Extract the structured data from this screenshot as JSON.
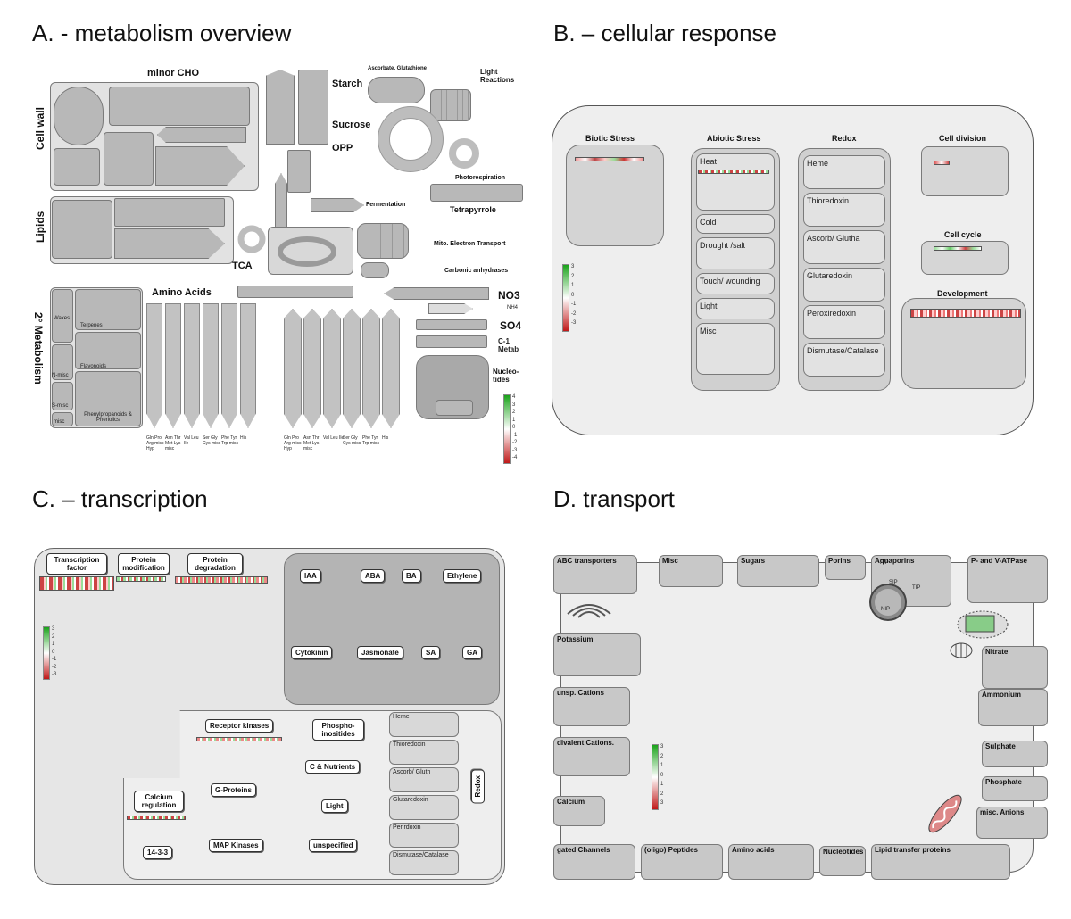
{
  "panels": {
    "a": {
      "title": "A. -  metabolism overview"
    },
    "b": {
      "title": "B. – cellular response"
    },
    "c": {
      "title": "C. – transcription"
    },
    "d": {
      "title": "D. transport"
    }
  },
  "a": {
    "minor_cho": "minor CHO",
    "cell_wall": "Cell wall",
    "lipids": "Lipids",
    "secondary": "2° Metabolism",
    "starch": "Starch",
    "sucrose": "Sucrose",
    "opp": "OPP",
    "asc": "Ascorbate, Glutathione",
    "light_reactions": "Light Reactions",
    "photoresp": "Photorespiration",
    "ferment": "Fermentation",
    "tetrapyrrole": "Tetrapyrrole",
    "mito": "Mito. Electron Transport",
    "tca": "TCA",
    "carbonic": "Carbonic anhydrases",
    "amino_acids": "Amino Acids",
    "no3": "NO3",
    "nh": "NH4",
    "so4": "SO4",
    "c1": "C-1 Metab",
    "nucleotides": "Nucleo-tides",
    "waxes": "Waxes",
    "terpenes": "Terpenes",
    "flavonoids": "Flavonoids",
    "nmisc": "N-misc",
    "smisc": "S-misc",
    "misc": "misc",
    "phenyl": "Phenylpropanoids & Phenolics",
    "legend": [
      "4",
      "3",
      "2",
      "1",
      "0",
      "-1",
      "-2",
      "-3",
      "-4"
    ],
    "aa_labels": [
      "Gln Pro Arg misc Hyp",
      "Asn Thr Met Lys misc",
      "Val Leu Ile",
      "Ser Gly Cys misc",
      "Phe Tyr Trp misc",
      "His",
      "Gln Pro Arg misc Hyp",
      "Asn Thr Met Lys misc",
      "Val Leu Ile",
      "Ser Gly Cys misc",
      "Phe Tyr Trp misc",
      "His"
    ]
  },
  "b": {
    "biotic": "Biotic Stress",
    "abiotic": "Abiotic Stress",
    "redox": "Redox",
    "cell_division": "Cell division",
    "cell_cycle": "Cell cycle",
    "development": "Development",
    "abiotic_items": [
      "Heat",
      "Cold",
      "Drought /salt",
      "Touch/ wounding",
      "Light",
      "Misc"
    ],
    "redox_items": [
      "Heme",
      "Thioredoxin",
      "Ascorb/ Glutha",
      "Glutaredoxin",
      "Peroxiredoxin",
      "Dismutase/Catalase"
    ],
    "legend": [
      "3",
      "2",
      "1",
      "0",
      "-1",
      "-2",
      "-3"
    ]
  },
  "c": {
    "tf": "Transcription factor",
    "protmod": "Protein modification",
    "protdeg": "Protein degradation",
    "iaa": "IAA",
    "aba": "ABA",
    "ba": "BA",
    "ethylene": "Ethylene",
    "cytokinin": "Cytokinin",
    "jasmonate": "Jasmonate",
    "sa": "SA",
    "ga": "GA",
    "receptor": "Receptor kinases",
    "phospho": "Phospho-inositides",
    "cnut": "C & Nutrients",
    "calcium": "Calcium regulation",
    "gprot": "G-Proteins",
    "light": "Light",
    "k1433": "14-3-3",
    "mapk": "MAP Kinases",
    "unspec": "unspecified",
    "redox_items": [
      "Heme",
      "Thioredoxin",
      "Ascorb/ Gluth",
      "Glutaredoxin",
      "Perirdoxin",
      "Dismutase/Catalase"
    ],
    "redox": "Redox",
    "legend": [
      "3",
      "2",
      "1",
      "0",
      "-1",
      "-2",
      "-3"
    ]
  },
  "d": {
    "abc": "ABC transporters",
    "misc": "Misc",
    "sugars": "Sugars",
    "porins": "Porins",
    "aquaporins": "Aquaporins",
    "pip": "PIP",
    "sip": "SIP",
    "tip": "TIP",
    "nip": "NIP",
    "pv": "P- and V-ATPase",
    "potassium": "Potassium",
    "nitrate": "Nitrate",
    "unsp": "unsp. Cations",
    "ammonium": "Ammonium",
    "divalent": "divalent Cations.",
    "sulphate": "Sulphate",
    "phosphate": "Phosphate",
    "calcium": "Calcium",
    "misc_anions": "misc. Anions",
    "gated": "gated Channels",
    "peptides": "(oligo) Peptides",
    "amino": "Amino acids",
    "nucleotides": "Nucleotides",
    "lipid": "Lipid transfer proteins",
    "legend": [
      "3",
      "2",
      "1",
      "0",
      "1",
      "2",
      "3"
    ]
  }
}
